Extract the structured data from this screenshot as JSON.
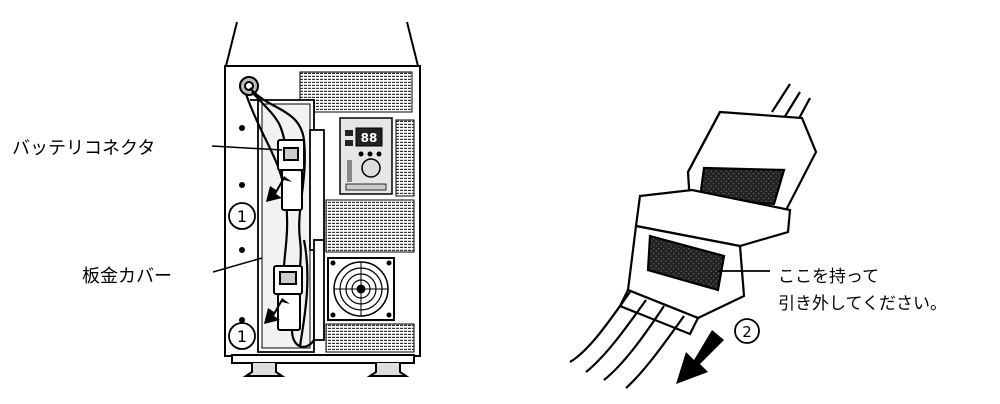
{
  "labels": {
    "battery_connector": "バッテリコネクタ",
    "sheet_metal_cover": "板金カバー",
    "instruction_line1": "ここを持って",
    "instruction_line2": "引き外してください。"
  },
  "steps": {
    "step1_upper": "1",
    "step1_lower": "1",
    "step2": "2"
  }
}
